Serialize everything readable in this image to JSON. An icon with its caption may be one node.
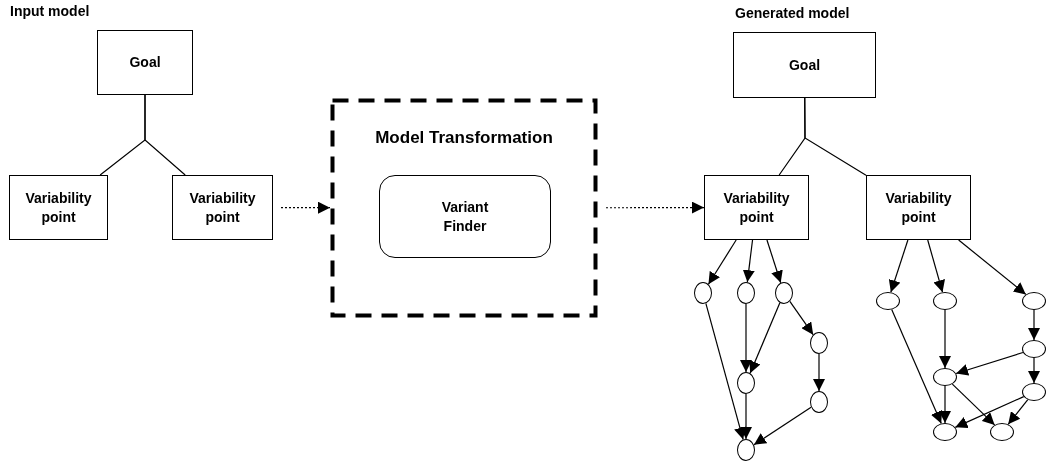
{
  "diagram": {
    "nodes": [
      {
        "text": [
          "Goal"
        ]
      },
      {
        "text": [
          "Variability point"
        ]
      },
      {
        "text": [
          "Variability point"
        ]
      },
      {
        "text": [
          "Model Transformation"
        ]
      },
      {
        "text": [
          "Variant Finder"
        ],
        "in": 3
      },
      {
        "text": [
          "Goal"
        ]
      },
      {
        "text": [
          "Variability point"
        ]
      },
      {
        "text": [
          "Variability point"
        ]
      },
      {
        "text": [],
        "shape": "circle"
      },
      {
        "text": [],
        "shape": "circle"
      },
      {
        "text": [],
        "shape": "circle"
      },
      {
        "text": [],
        "shape": "circle"
      },
      {
        "text": [],
        "shape": "circle"
      },
      {
        "text": [],
        "shape": "circle"
      },
      {
        "text": [],
        "shape": "circle"
      },
      {
        "text": [],
        "shape": "circle"
      },
      {
        "text": [],
        "shape": "circle"
      },
      {
        "text": [],
        "shape": "circle"
      },
      {
        "text": [],
        "shape": "circle"
      },
      {
        "text": [],
        "shape": "circle"
      },
      {
        "text": [],
        "shape": "circle"
      },
      {
        "text": [],
        "shape": "circle"
      },
      {
        "text": [],
        "shape": "circle"
      }
    ],
    "edges": [
      {
        "from": 0,
        "to": 1,
        "arrow": "none"
      },
      {
        "from": 0,
        "to": 2,
        "arrow": "none"
      },
      {
        "from": 2,
        "to": 3,
        "arrow": "to",
        "style": "dashed"
      },
      {
        "from": 3,
        "to": 6,
        "arrow": "to",
        "style": "dashed"
      },
      {
        "from": 5,
        "to": 6,
        "arrow": "none"
      },
      {
        "from": 5,
        "to": 7,
        "arrow": "none"
      },
      {
        "from": 6,
        "to": 8,
        "arrow": "to"
      },
      {
        "from": 6,
        "to": 9,
        "arrow": "to"
      },
      {
        "from": 6,
        "to": 10,
        "arrow": "to"
      },
      {
        "from": 8,
        "to": 14,
        "arrow": "to"
      },
      {
        "from": 9,
        "to": 12,
        "arrow": "to"
      },
      {
        "from": 10,
        "to": 12,
        "arrow": "to"
      },
      {
        "from": 10,
        "to": 11,
        "arrow": "to"
      },
      {
        "from": 11,
        "to": 13,
        "arrow": "to"
      },
      {
        "from": 12,
        "to": 14,
        "arrow": "to"
      },
      {
        "from": 13,
        "to": 14,
        "arrow": "to"
      },
      {
        "from": 7,
        "to": 15,
        "arrow": "to"
      },
      {
        "from": 7,
        "to": 16,
        "arrow": "to"
      },
      {
        "from": 7,
        "to": 17,
        "arrow": "to"
      },
      {
        "from": 15,
        "to": 21,
        "arrow": "to"
      },
      {
        "from": 16,
        "to": 18,
        "arrow": "to"
      },
      {
        "from": 17,
        "to": 19,
        "arrow": "to"
      },
      {
        "from": 19,
        "to": 18,
        "arrow": "to"
      },
      {
        "from": 19,
        "to": 20,
        "arrow": "to"
      },
      {
        "from": 18,
        "to": 21,
        "arrow": "to"
      },
      {
        "from": 18,
        "to": 22,
        "arrow": "to"
      },
      {
        "from": 20,
        "to": 21,
        "arrow": "to"
      },
      {
        "from": 20,
        "to": 22,
        "arrow": "to"
      }
    ],
    "labels": [
      "Input model",
      "Generated model"
    ]
  }
}
